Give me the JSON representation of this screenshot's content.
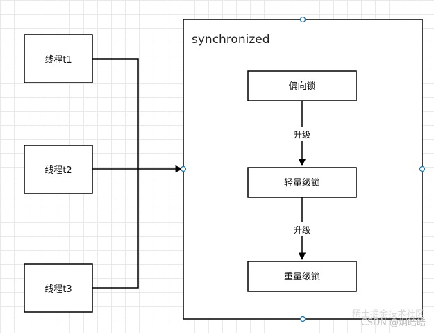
{
  "container": {
    "title": "synchronized"
  },
  "threads": [
    {
      "label": "线程t1"
    },
    {
      "label": "线程t2"
    },
    {
      "label": "线程t3"
    }
  ],
  "lock_states": [
    {
      "label": "偏向锁"
    },
    {
      "label": "轻量级锁"
    },
    {
      "label": "重量级锁"
    }
  ],
  "upgrade_edges": [
    {
      "label": "升级"
    },
    {
      "label": "升级"
    }
  ],
  "watermark": {
    "primary": "CSDN @炯皓皓",
    "secondary": "稀土掘金技术社区"
  },
  "colors": {
    "stroke": "#000000",
    "handle_stroke": "#1a73a8",
    "handle_fill": "#ffffff",
    "grid": "#e9e9e9"
  }
}
